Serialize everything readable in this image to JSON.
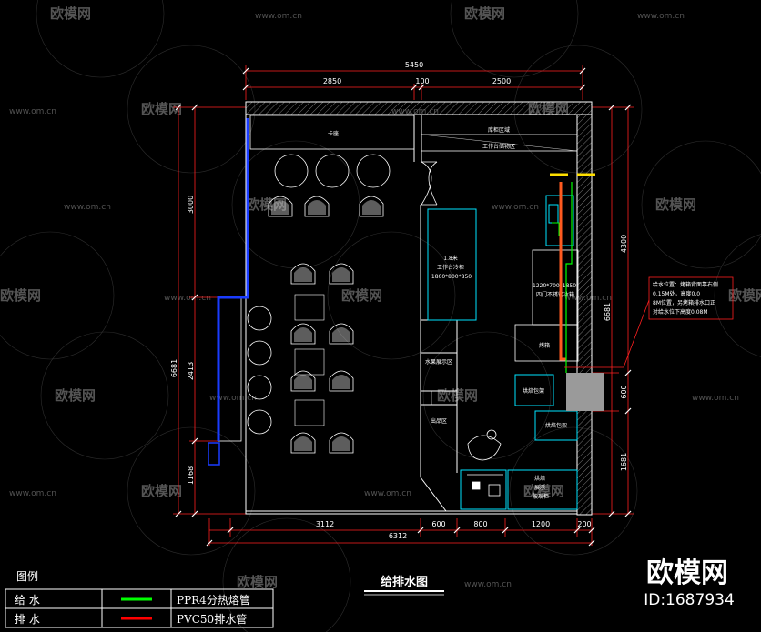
{
  "title": "给排水图",
  "dimensions": {
    "top_total": "5450",
    "top_left": "2850",
    "top_mid": "100",
    "top_right": "2500",
    "left_top": "3000",
    "left_mid": "2413",
    "left_bottom": "1168",
    "left_total": "6681",
    "right_top": "4300",
    "right_mid": "600",
    "right_bottom": "1681",
    "right_total": "6681",
    "bottom_1": "3112",
    "bottom_2": "600",
    "bottom_3": "800",
    "bottom_4": "1200",
    "bottom_5": "200",
    "bottom_total": "6312"
  },
  "rooms": {
    "booth": "卡座",
    "storage": "库柜区域",
    "work_storage": "工作台储物区",
    "counter": "1.8米\n工作台冷柜\n1800*800*850",
    "fridge": "1220*700*1850\n四门不锈钢冰箱",
    "oven": "烤箱",
    "bake_rack1": "烘焙包架",
    "bake_rack2": "烘焙包架",
    "dessert_display": "水果展示区",
    "pickup": "出品区",
    "bake_display": "烘焙\n展示\n玻璃柜"
  },
  "note": "给水位置：烤箱背面靠右侧0.15M处，高度0.08M位置，另烤箱排水口正对给水位下高度0.08M",
  "legend": {
    "heading": "图例",
    "rows": [
      {
        "label": "给  水",
        "desc": "PPR4分热熔管",
        "color": "#00ff00"
      },
      {
        "label": "排  水",
        "desc": "PVC50排水管",
        "color": "#ff0000"
      }
    ]
  },
  "watermark": {
    "brand": "欧模网",
    "url": "www.om.cn"
  },
  "branding": {
    "logo": "欧模网",
    "id": "ID:1687934"
  },
  "colors": {
    "wall": "#ffffff",
    "fixture": "#00e5ff",
    "supply": "#00ff00",
    "drain": "#ff0000",
    "pipe_blue": "#1a3cff",
    "orange_pipe": "#ff5a1f",
    "yellow": "#ffe000",
    "dim_line": "#ff2020",
    "callout": "#ff2020"
  }
}
